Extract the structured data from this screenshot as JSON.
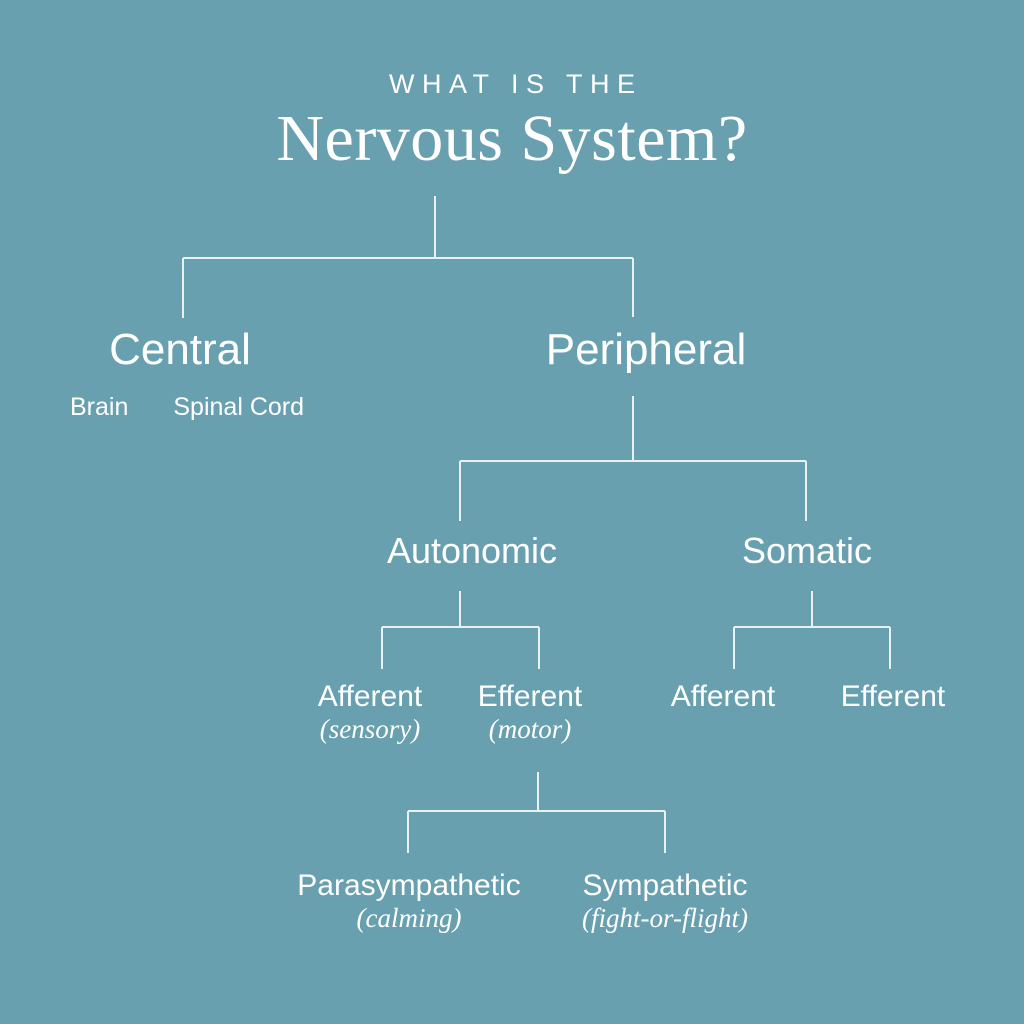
{
  "theme": {
    "background": "#68a0b0",
    "text_color": "#ffffff",
    "line_color": "#e8f1f4"
  },
  "title": {
    "kicker": "WHAT IS THE",
    "main": "Nervous System?"
  },
  "tree": {
    "level1": [
      {
        "id": "central",
        "label": "Central"
      },
      {
        "id": "peripheral",
        "label": "Peripheral"
      }
    ],
    "central_parts": [
      {
        "id": "brain",
        "label": "Brain"
      },
      {
        "id": "spinal-cord",
        "label": "Spinal Cord"
      }
    ],
    "level2": [
      {
        "id": "autonomic",
        "label": "Autonomic"
      },
      {
        "id": "somatic",
        "label": "Somatic"
      }
    ],
    "autonomic_children": [
      {
        "id": "autonomic-afferent",
        "label": "Afferent",
        "sub": "(sensory)"
      },
      {
        "id": "autonomic-efferent",
        "label": "Efferent",
        "sub": "(motor)"
      }
    ],
    "somatic_children": [
      {
        "id": "somatic-afferent",
        "label": "Afferent",
        "sub": ""
      },
      {
        "id": "somatic-efferent",
        "label": "Efferent",
        "sub": ""
      }
    ],
    "efferent_children": [
      {
        "id": "parasympathetic",
        "label": "Parasympathetic",
        "sub": "(calming)"
      },
      {
        "id": "sympathetic",
        "label": "Sympathetic",
        "sub": "(fight-or-flight)"
      }
    ]
  }
}
